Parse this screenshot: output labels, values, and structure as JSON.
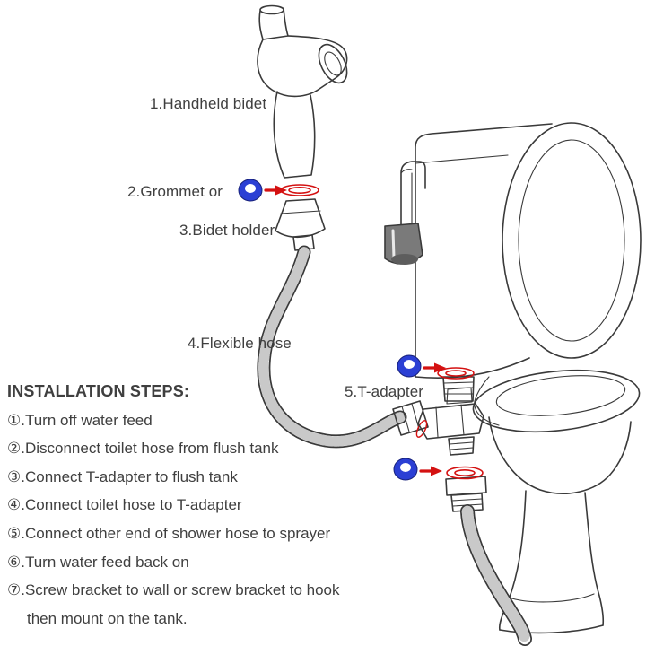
{
  "colors": {
    "line": "#3a3a3a",
    "grommet_blue": "#2b3fd4",
    "accent_red": "#d41111",
    "text": "#3f3f3f"
  },
  "part_labels": {
    "handheld_bidet": "1.Handheld bidet",
    "grommet": "2.Grommet or",
    "bidet_holder": "3.Bidet holder",
    "flexible_hose": "4.Flexible hose",
    "t_adapter": "5.T-adapter"
  },
  "installation": {
    "title": "INSTALLATION STEPS:",
    "lines": [
      "①.Turn off water feed",
      "②.Disconnect toilet hose from flush tank",
      "③.Connect T-adapter to flush tank",
      "④.Connect toilet hose to T-adapter",
      "⑤.Connect other end of shower hose to sprayer",
      "⑥.Turn water feed back on",
      "⑦.Screw bracket to wall or screw bracket to hook",
      "then mount on the tank."
    ]
  },
  "icons": {
    "grommet": "blue-rubber-grommet-ring",
    "gasket": "red-flat-washer-ring",
    "arrow": "red-right-arrow"
  }
}
